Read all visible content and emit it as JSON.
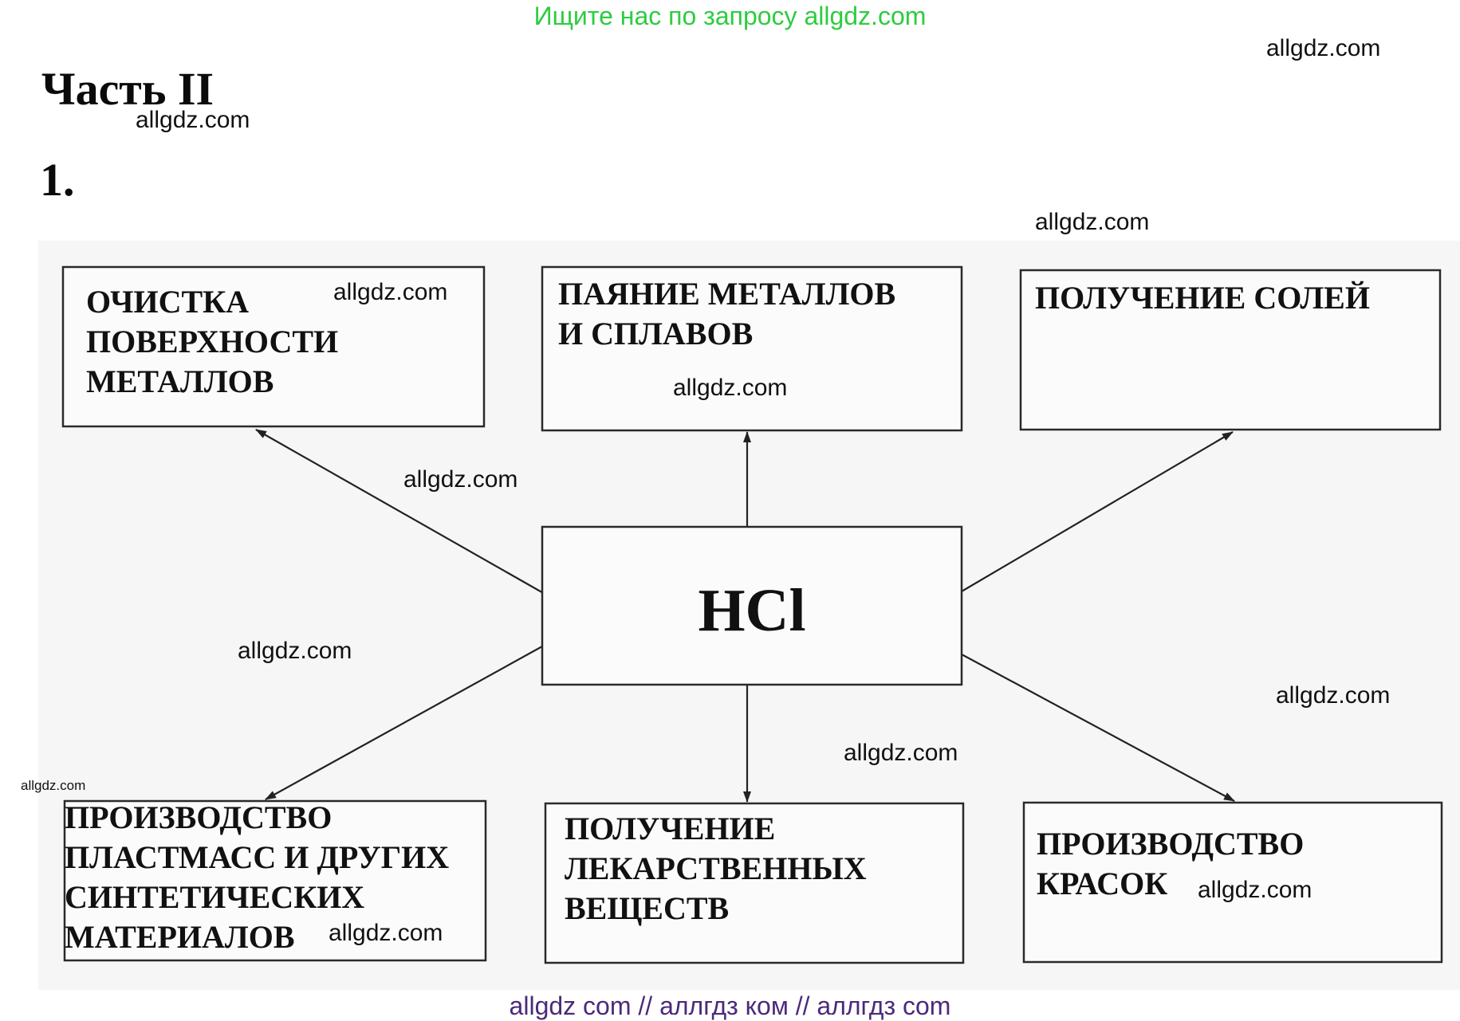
{
  "banners": {
    "top": "Ищите нас по запросу allgdz.com",
    "bottom": "allgdz com  //  аллгдз ком  //  аллгдз com"
  },
  "headings": {
    "part": "Часть II",
    "task_number": "1."
  },
  "watermarks": [
    "allgdz.com",
    "allgdz.com",
    "allgdz.com",
    "allgdz.com",
    "allgdz.com",
    "allgdz.com",
    "allgdz.com",
    "allgdz.com",
    "allgdz.com",
    "allgdz.com",
    "allgdz.com",
    "allgdz.com"
  ],
  "diagram": {
    "center": {
      "label": "HCl"
    },
    "boxes": [
      {
        "id": "box-cleaning",
        "lines": [
          "ОЧИСТКА",
          "ПОВЕРХНОСТИ",
          "МЕТАЛЛОВ"
        ]
      },
      {
        "id": "box-soldering",
        "lines": [
          "ПАЯНИЕ МЕТАЛЛОВ",
          "И СПЛАВОВ"
        ]
      },
      {
        "id": "box-salts",
        "lines": [
          "ПОЛУЧЕНИЕ СОЛЕЙ"
        ]
      },
      {
        "id": "box-plastics",
        "lines": [
          "ПРОИЗВОДСТВО",
          "ПЛАСТМАСС И ДРУГИХ",
          "СИНТЕТИЧЕСКИХ",
          "МАТЕРИАЛОВ"
        ]
      },
      {
        "id": "box-medicines",
        "lines": [
          "ПОЛУЧЕНИЕ",
          "ЛЕКАРСТВЕННЫХ",
          "ВЕЩЕСТВ"
        ]
      },
      {
        "id": "box-paints",
        "lines": [
          "ПРОИЗВОДСТВО",
          "КРАСОК"
        ]
      }
    ],
    "edges": [
      {
        "from": "center",
        "to": "box-cleaning"
      },
      {
        "from": "center",
        "to": "box-soldering"
      },
      {
        "from": "center",
        "to": "box-salts"
      },
      {
        "from": "center",
        "to": "box-plastics"
      },
      {
        "from": "center",
        "to": "box-medicines"
      },
      {
        "from": "center",
        "to": "box-paints"
      }
    ]
  }
}
